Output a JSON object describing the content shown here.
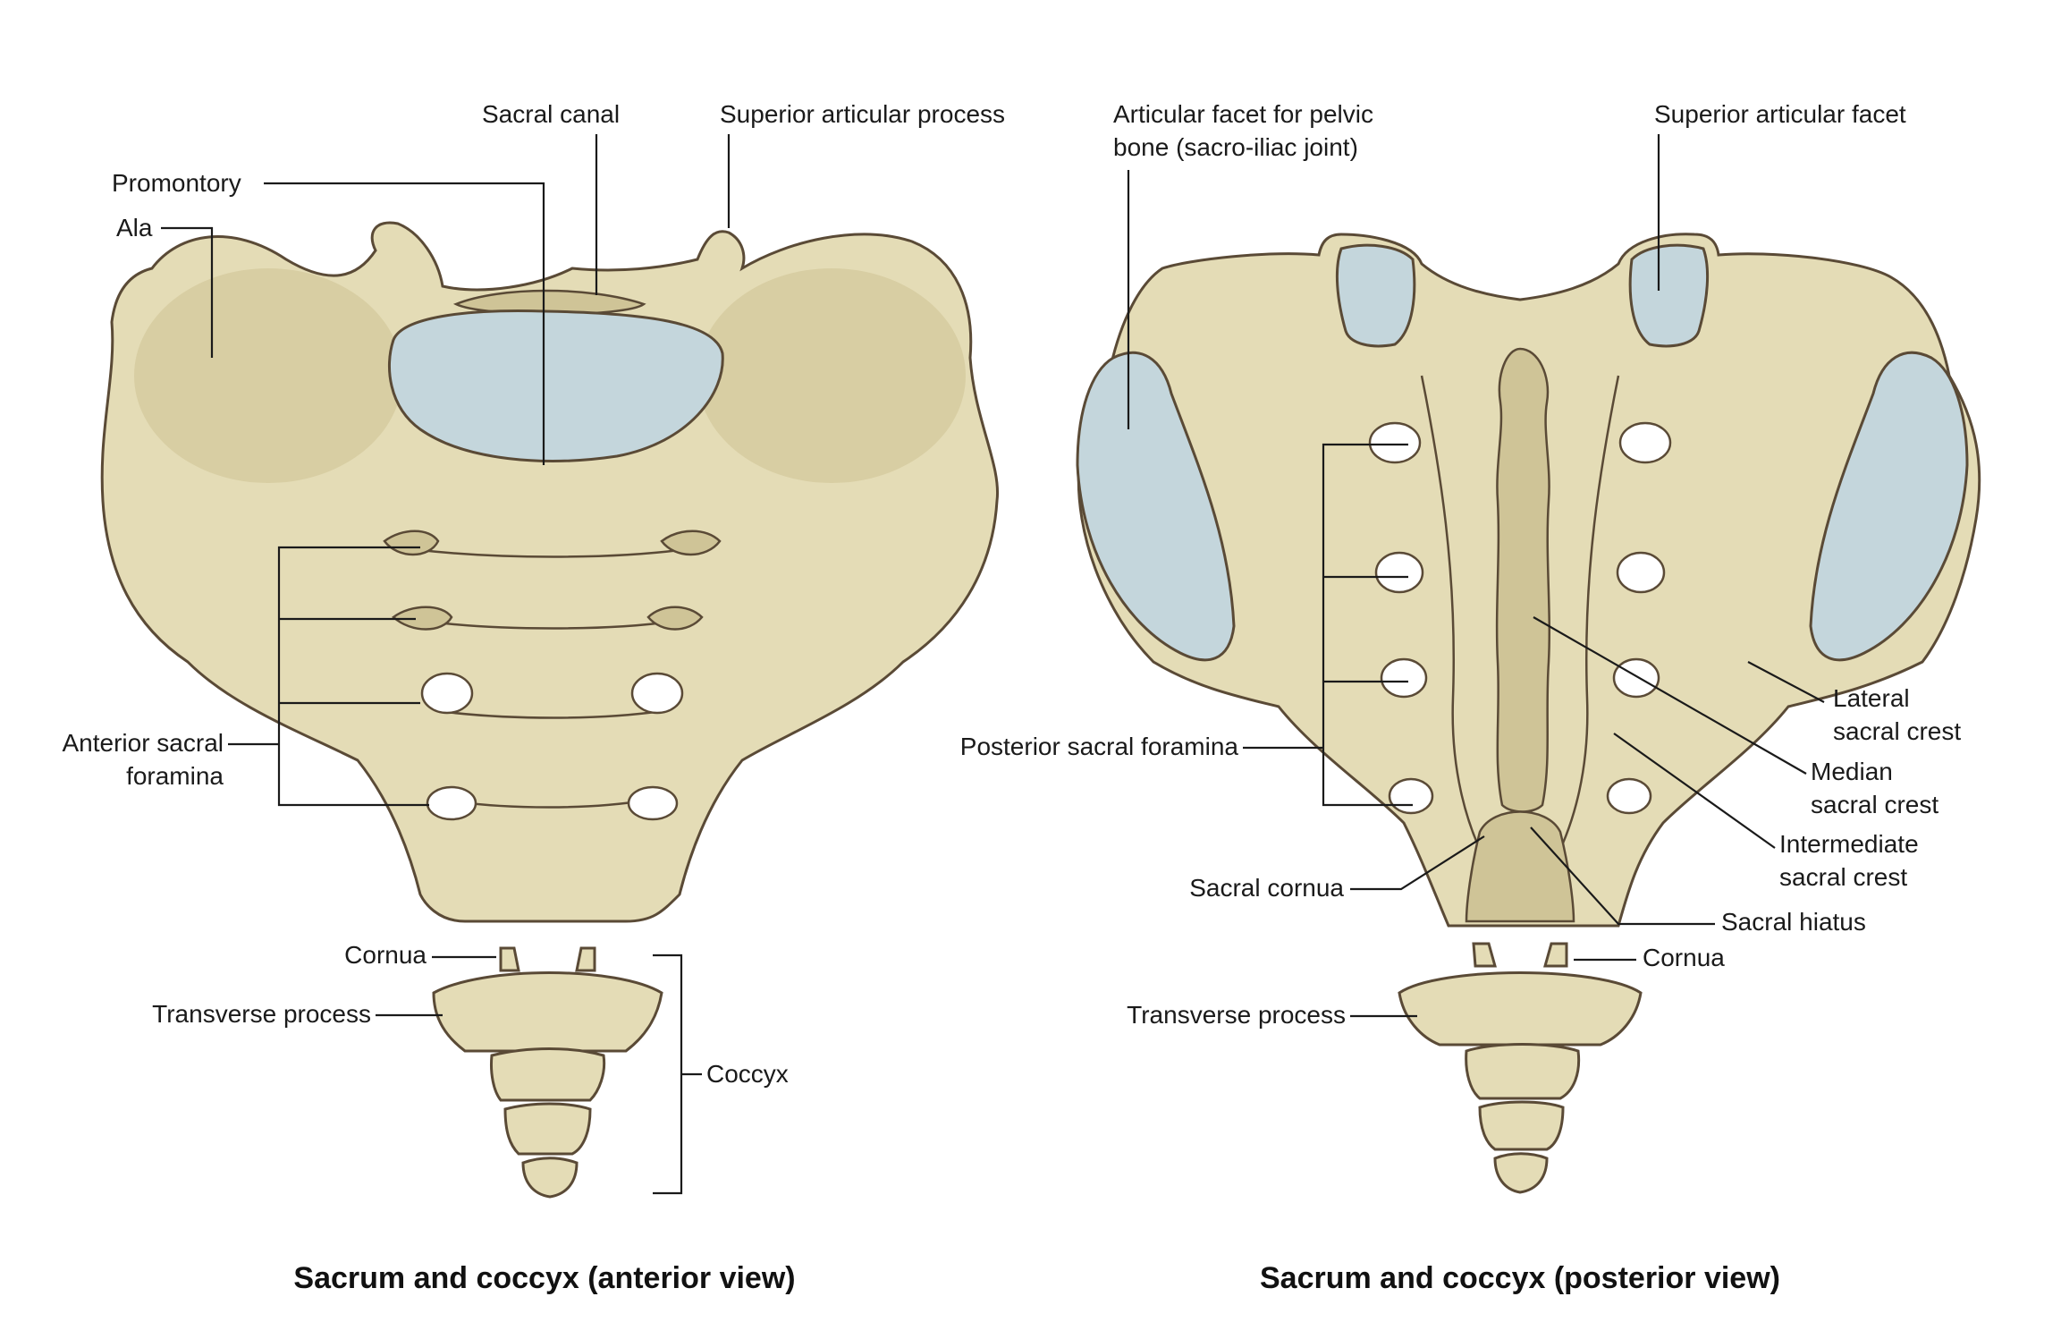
{
  "anterior": {
    "caption": "Sacrum and coccyx (anterior view)",
    "labels": {
      "sacral_canal": "Sacral canal",
      "superior_articular_process": "Superior articular process",
      "promontory": "Promontory",
      "ala": "Ala",
      "anterior_sacral_foramina_1": "Anterior sacral",
      "anterior_sacral_foramina_2": "foramina",
      "cornua": "Cornua",
      "transverse_process": "Transverse process",
      "coccyx": "Coccyx"
    }
  },
  "posterior": {
    "caption": "Sacrum and coccyx (posterior view)",
    "labels": {
      "articular_facet_1": "Articular facet for pelvic",
      "articular_facet_2": "bone (sacro-iliac joint)",
      "superior_articular_facet": "Superior articular facet",
      "lateral_sacral_crest_1": "Lateral",
      "lateral_sacral_crest_2": "sacral crest",
      "median_sacral_crest_1": "Median",
      "median_sacral_crest_2": "sacral crest",
      "intermediate_sacral_crest_1": "Intermediate",
      "intermediate_sacral_crest_2": "sacral crest",
      "posterior_sacral_foramina": "Posterior sacral foramina",
      "sacral_cornua": "Sacral cornua",
      "sacral_hiatus": "Sacral hiatus",
      "cornua": "Cornua",
      "transverse_process": "Transverse process"
    }
  },
  "colors": {
    "bone": "#e4dcb6",
    "cartilage": "#c4d6dc",
    "outline": "#5a4a36",
    "text": "#1a1a1a"
  }
}
